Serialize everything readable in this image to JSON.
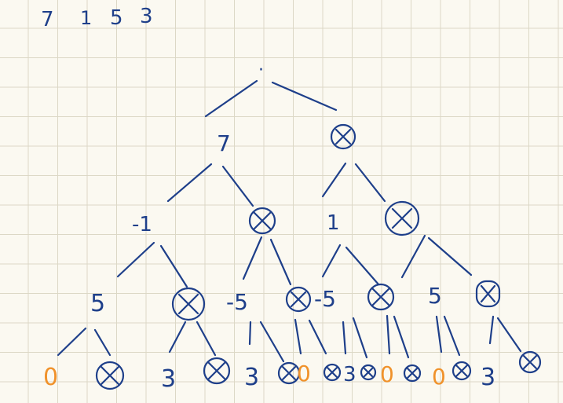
{
  "header": {
    "digits": [
      "7",
      "1",
      "5",
      "3"
    ]
  },
  "tree": {
    "root": "·",
    "level1": [
      "7",
      "⊗"
    ],
    "level2": [
      "-1",
      "⊗",
      "1",
      "⊗"
    ],
    "level3": [
      "5",
      "⊗",
      "-5",
      "⊗",
      "-5",
      "⊗",
      "5",
      "⊗"
    ],
    "leaves": [
      "0",
      "⊗",
      "3",
      "⊗",
      "3",
      "⊗",
      "0",
      "⊗",
      "3",
      "⊗",
      "0",
      "⊗",
      "0",
      "⊗",
      "3",
      "⊗"
    ]
  },
  "colors": {
    "ink": "#1e3f8a",
    "highlight": "#f0922b",
    "grid": "#dcd8c6",
    "paper": "#fbf9f1"
  },
  "highlighted_leaf_value": "0"
}
